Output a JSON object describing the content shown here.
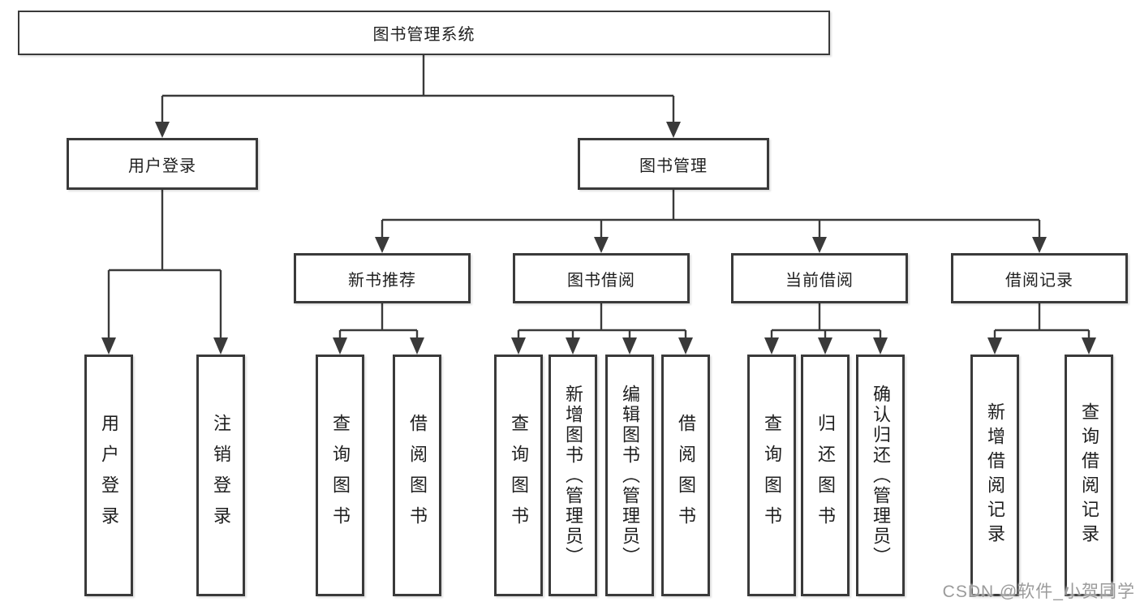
{
  "diagram": {
    "line_color": "#3a3a3a",
    "text_color": "#1f1f1f",
    "root": {
      "label": "图书管理系统",
      "children": [
        {
          "label": "用户登录",
          "children": [
            {
              "label": "用户登录"
            },
            {
              "label": "注销登录"
            }
          ]
        },
        {
          "label": "图书管理",
          "children": [
            {
              "label": "新书推荐",
              "children": [
                {
                  "label": "查询图书"
                },
                {
                  "label": "借阅图书"
                }
              ]
            },
            {
              "label": "图书借阅",
              "children": [
                {
                  "label": "查询图书"
                },
                {
                  "label": "新增图书（管理员）"
                },
                {
                  "label": "编辑图书（管理员）"
                },
                {
                  "label": "借阅图书"
                }
              ]
            },
            {
              "label": "当前借阅",
              "children": [
                {
                  "label": "查询图书"
                },
                {
                  "label": "归还图书"
                },
                {
                  "label": "确认归还（管理员）"
                }
              ]
            },
            {
              "label": "借阅记录",
              "children": [
                {
                  "label": "新增借阅记录"
                },
                {
                  "label": "查询借阅记录"
                }
              ]
            }
          ]
        }
      ]
    }
  },
  "watermark": {
    "text": "CSDN @软件_小贺同学",
    "color": "#9b9b9b"
  }
}
